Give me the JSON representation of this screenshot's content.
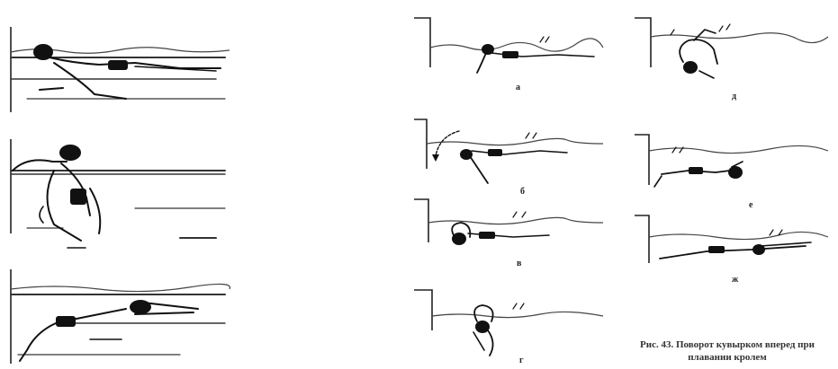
{
  "figure": {
    "caption": "Рис. 43. Поворот кувырком вперед при плавании кролем"
  },
  "panels": [
    {
      "id": "a",
      "label": "а"
    },
    {
      "id": "b",
      "label": "б"
    },
    {
      "id": "v",
      "label": "в"
    },
    {
      "id": "g",
      "label": "г"
    },
    {
      "id": "d",
      "label": "д"
    },
    {
      "id": "e",
      "label": "е"
    },
    {
      "id": "zh",
      "label": "ж"
    }
  ]
}
